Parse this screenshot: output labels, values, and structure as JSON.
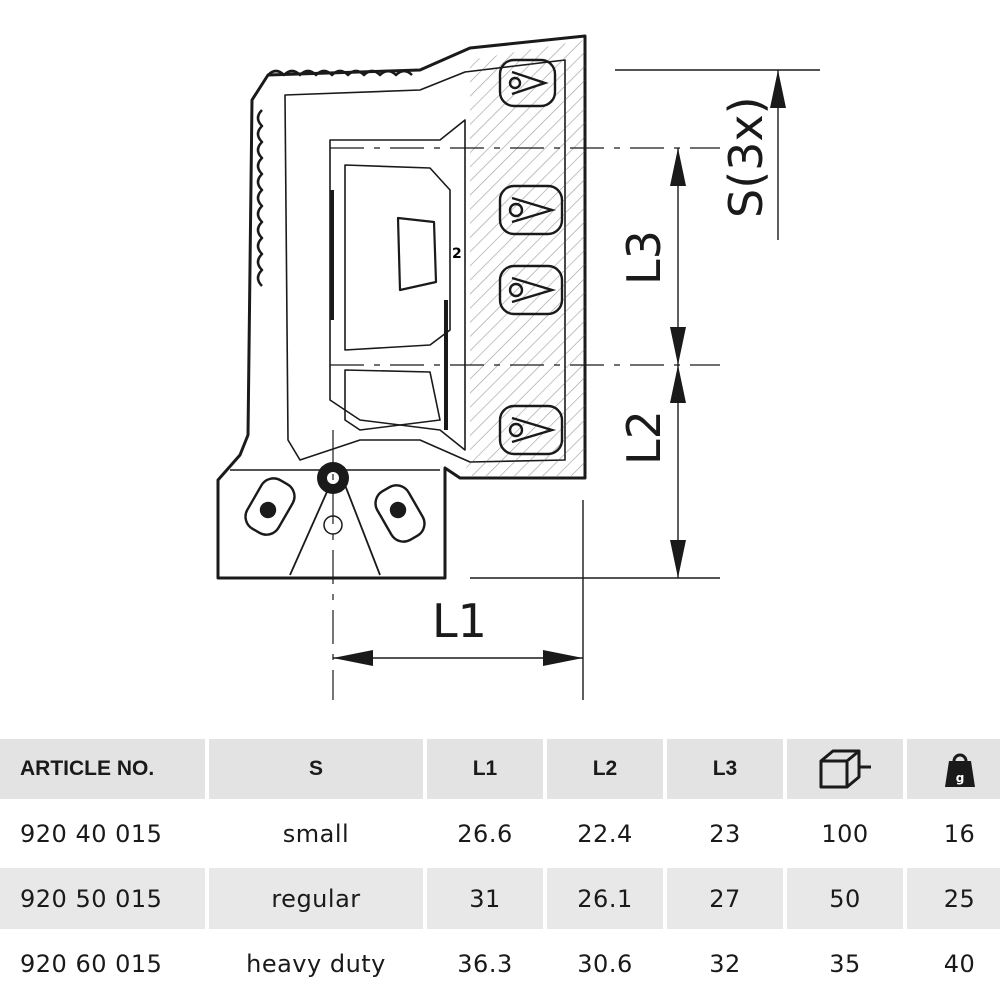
{
  "drawing": {
    "dimensions": {
      "l1": "L1",
      "l2": "L2",
      "l3": "L3",
      "s": "S(3x)"
    },
    "part_marking": "2"
  },
  "table": {
    "headers": {
      "article": "ARTICLE NO.",
      "s": "S",
      "l1": "L1",
      "l2": "L2",
      "l3": "L3",
      "package_icon": "box-icon",
      "weight_icon": "weight-icon",
      "weight_unit": "g"
    },
    "rows": [
      {
        "article": "920 40 015",
        "s": "small",
        "l1": "26.6",
        "l2": "22.4",
        "l3": "23",
        "pack": "100",
        "weight": "16"
      },
      {
        "article": "920 50 015",
        "s": "regular",
        "l1": "31",
        "l2": "26.1",
        "l3": "27",
        "pack": "50",
        "weight": "25"
      },
      {
        "article": "920 60 015",
        "s": "heavy duty",
        "l1": "36.3",
        "l2": "30.6",
        "l3": "32",
        "pack": "35",
        "weight": "40"
      }
    ]
  }
}
